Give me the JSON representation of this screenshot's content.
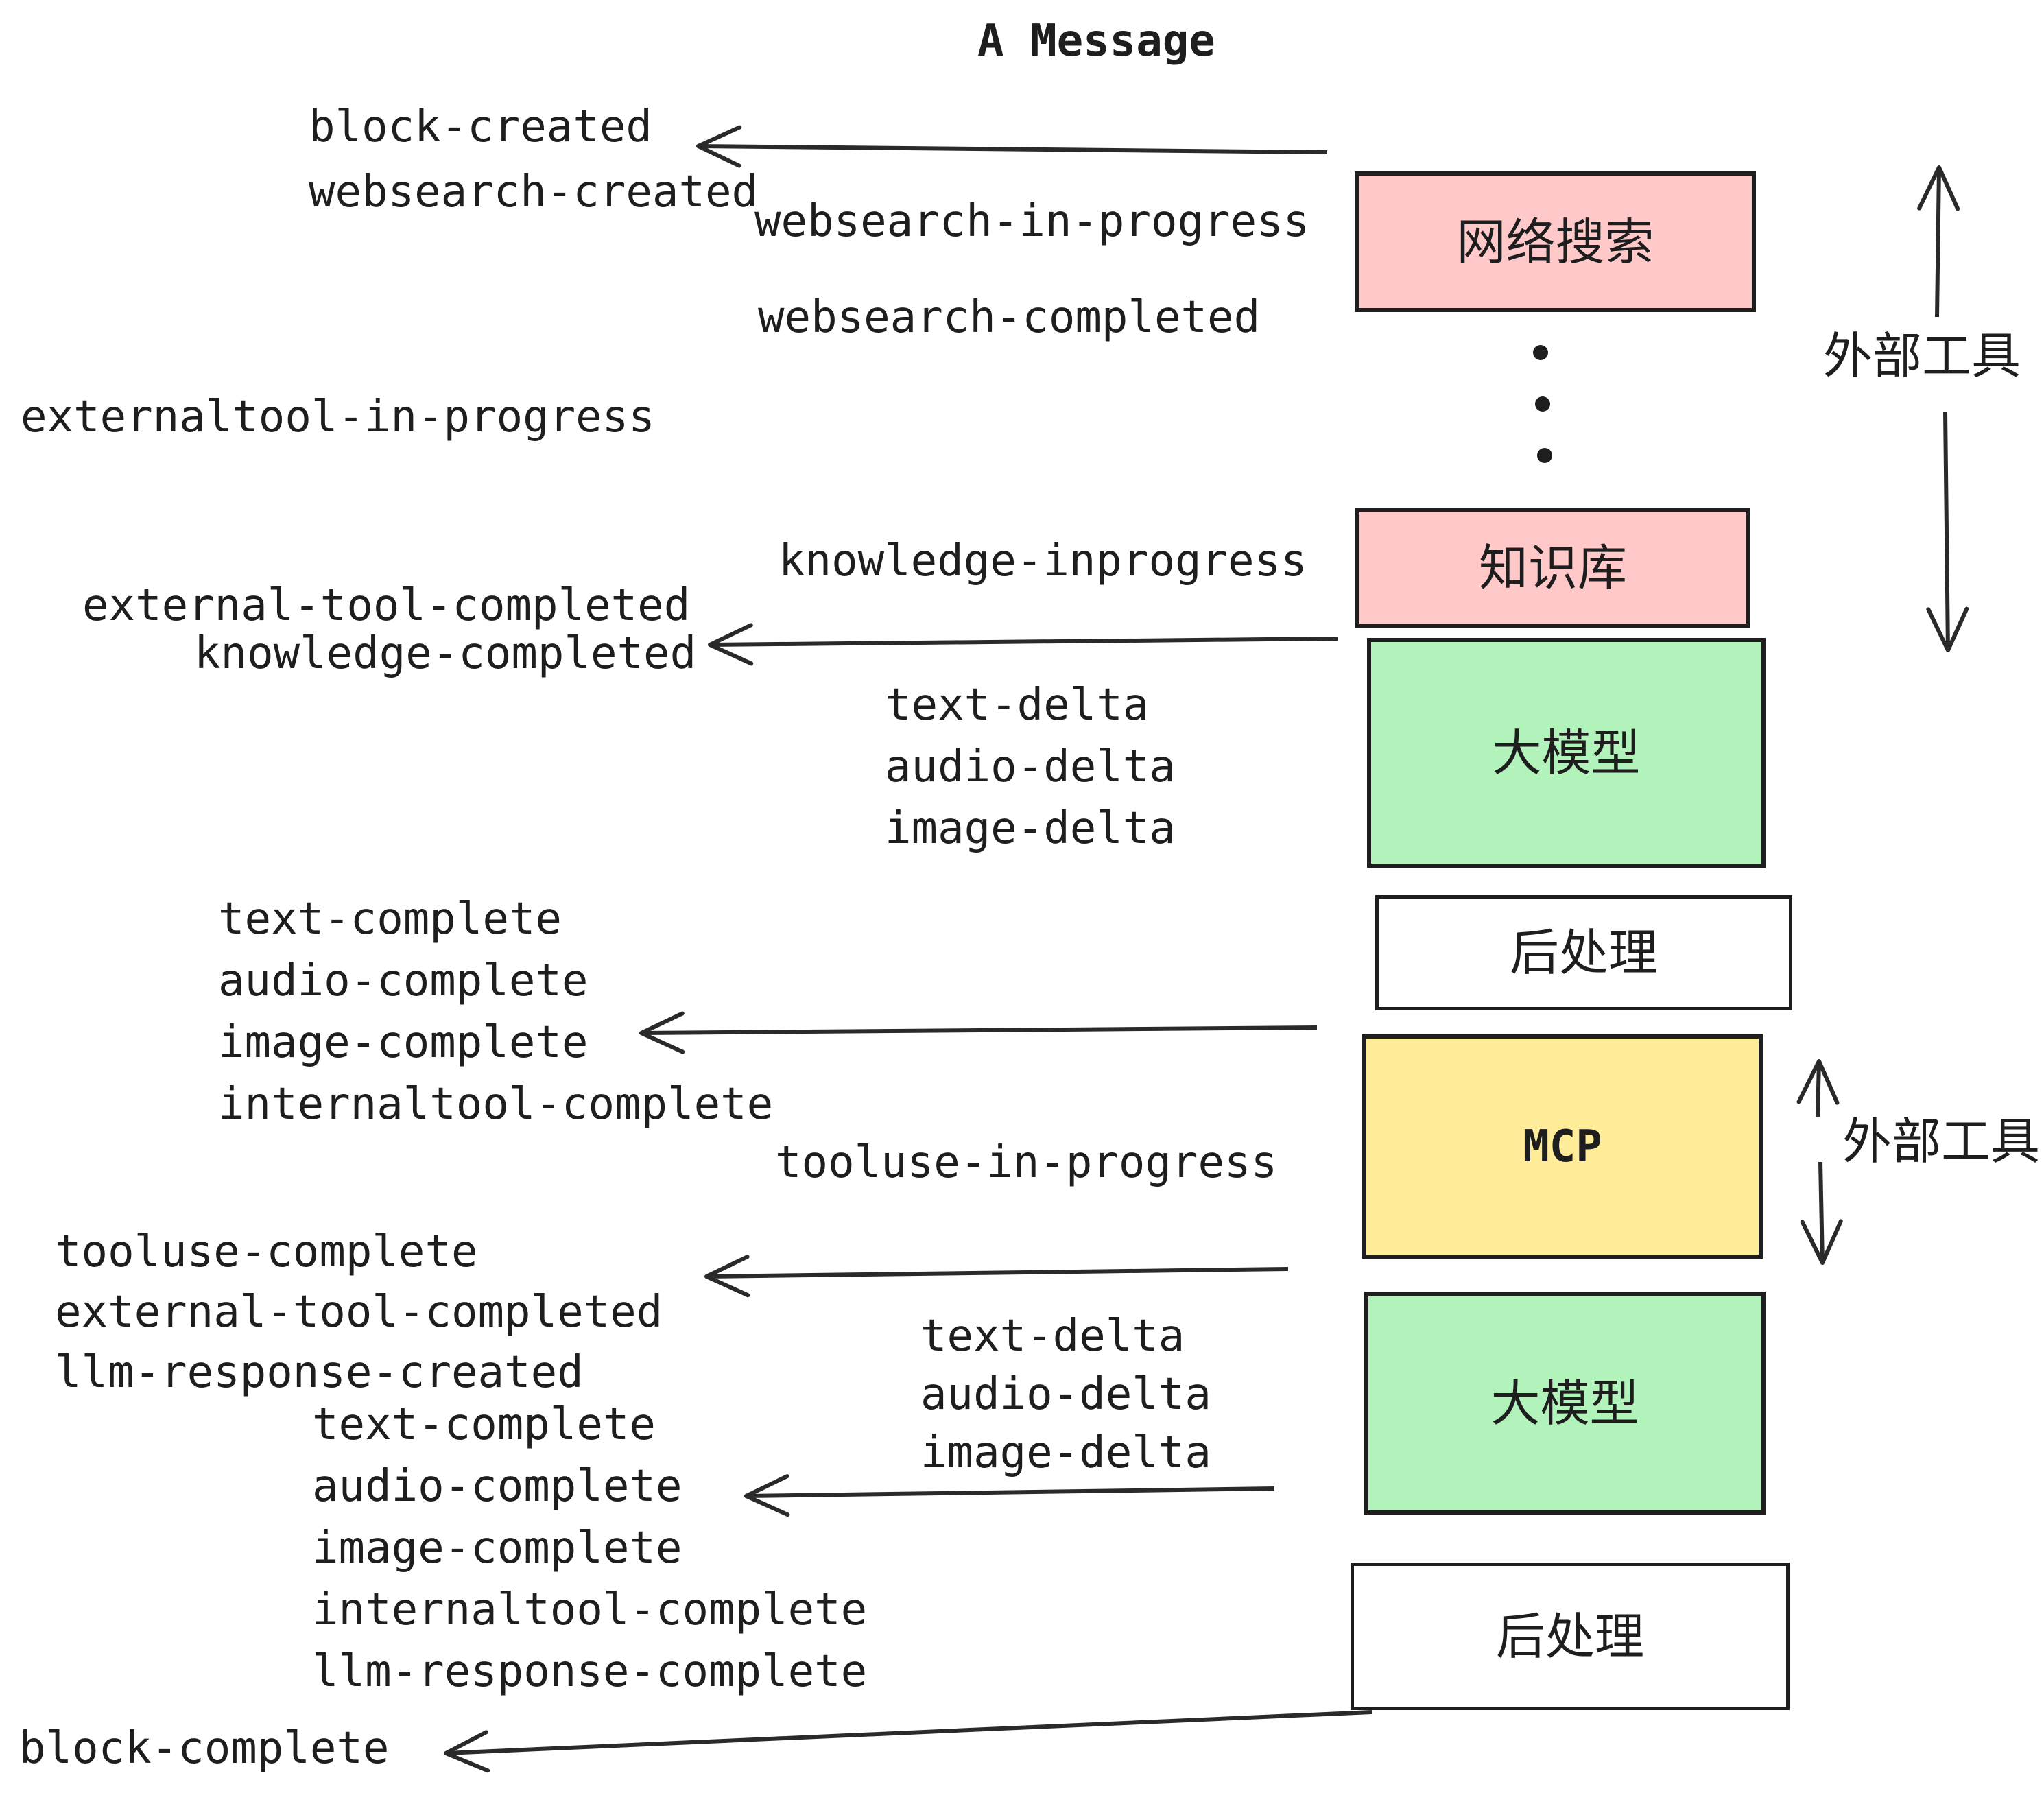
{
  "title": "A Message",
  "colors": {
    "stroke": "#1e1e1e",
    "pink_box": "#ffc9c9",
    "green_box": "#b2f2bb",
    "yellow_box": "#ffec99",
    "white_box": "#ffffff"
  },
  "events": {
    "block_created": "block-created",
    "websearch_created": "websearch-created",
    "websearch_in_progress": "websearch-in-progress",
    "websearch_completed": "websearch-completed",
    "externaltool_in_progress": "externaltool-in-progress",
    "knowledge_inprogress": "knowledge-inprogress",
    "external_tool_completed": "external-tool-completed",
    "knowledge_completed": "knowledge-completed",
    "text_delta": "text-delta",
    "audio_delta": "audio-delta",
    "image_delta": "image-delta",
    "text_complete": "text-complete",
    "audio_complete": "audio-complete",
    "image_complete": "image-complete",
    "internaltool_complete": "internaltool-complete",
    "tooluse_in_progress": "tooluse-in-progress",
    "tooluse_complete": "tooluse-complete",
    "llm_response_created": "llm-response-created",
    "llm_response_complete": "llm-response-complete",
    "block_complete": "block-complete"
  },
  "boxes": {
    "websearch": "网络搜索",
    "knowledge": "知识库",
    "llm": "大模型",
    "postprocess": "后处理",
    "mcp": "MCP"
  },
  "annotations": {
    "external_tools": "外部工具"
  }
}
